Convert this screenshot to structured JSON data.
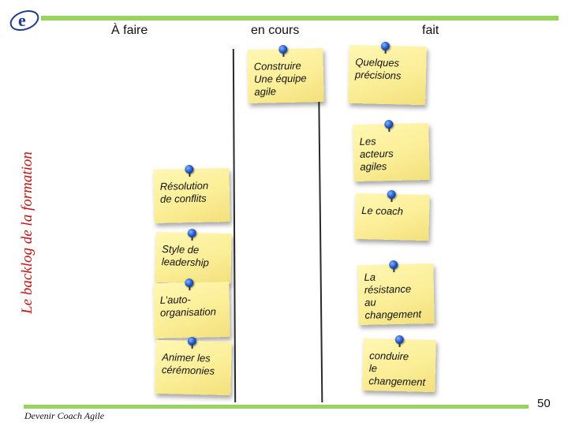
{
  "slide": {
    "side_title": "Le backlog de la formation",
    "footer": "Devenir Coach Agile",
    "page_number": "50",
    "accent_color": "#9ad25e",
    "title_color": "#c21515",
    "note_color": "#fbee97",
    "pin_color": "#1c4fbf"
  },
  "columns": {
    "todo": "À faire",
    "doing": "en cours",
    "done": "fait"
  },
  "notes": {
    "todo": [
      "Résolution\nde conflits",
      "Style de\nleadership",
      "L’auto-\norganisation",
      "Animer les\ncérémonies"
    ],
    "doing": [
      "Construire\nUne équipe\nagile"
    ],
    "done": [
      "Quelques\nprécisions",
      "Les\nacteurs\nagiles",
      "Le coach",
      "La\nrésistance\nau\nchangement",
      "conduire\nle\nchangement"
    ]
  }
}
